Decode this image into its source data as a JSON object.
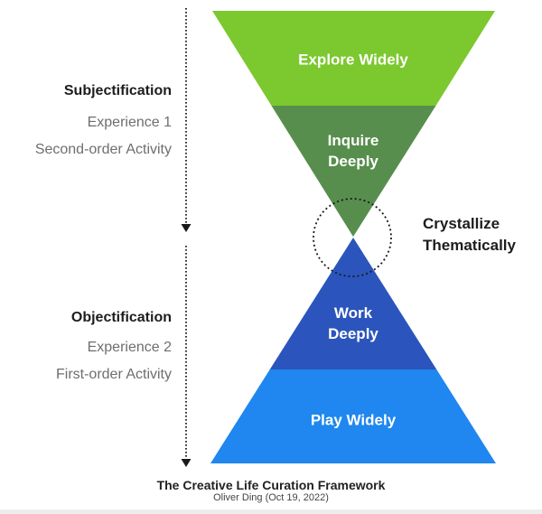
{
  "colors": {
    "explore_green": "#7CC82F",
    "inquire_green": "#588E4D",
    "work_blue": "#2B55BC",
    "play_blue": "#1F87EF",
    "line_black": "#1a1a1a",
    "bottom_bar_gray": "#ededed"
  },
  "hourglass": {
    "explore_label": "Explore Widely",
    "inquire_label": "Inquire\nDeeply",
    "work_label": "Work\nDeeply",
    "play_label": "Play Widely"
  },
  "annotations": {
    "crystallize": "Crystallize\nThematically",
    "subjectification": {
      "title": "Subjectification",
      "experience": "Experience 1",
      "activity": "Second-order Activity"
    },
    "objectification": {
      "title": "Objectification",
      "experience": "Experience 2",
      "activity": "First-order Activity"
    }
  },
  "caption": {
    "title": "The Creative Life Curation Framework",
    "subtitle": "Oliver Ding (Oct 19, 2022)"
  }
}
